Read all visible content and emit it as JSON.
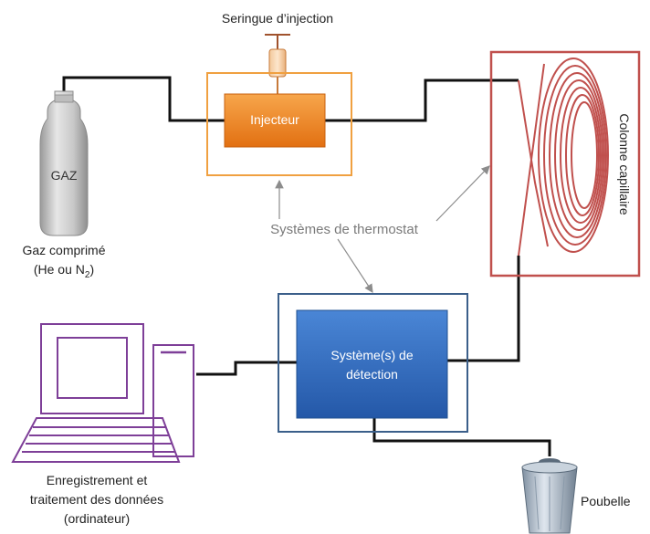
{
  "labels": {
    "seringue": "Seringue d’injection",
    "injecteur": "Injecteur",
    "gaz_bottle": "GAZ",
    "gaz_caption_1": "Gaz comprimé",
    "gaz_caption_2_prefix": "(He ou N",
    "gaz_caption_2_sub": "2",
    "gaz_caption_2_suffix": ")",
    "thermostat": "Systèmes de thermostat",
    "colonne": "Colonne capillaire",
    "detection_1": "Système(s) de",
    "detection_2": "détection",
    "enregistrement_1": "Enregistrement et",
    "enregistrement_2": "traitement des données",
    "enregistrement_3": "(ordinateur)",
    "poubelle": "Poubelle"
  },
  "colors": {
    "injector_fill": "#f0861a",
    "injector_frame": "#f0a040",
    "detector_fill": "#2f6fc4",
    "detector_frame": "#3b5f8a",
    "column_frame": "#c0504d",
    "computer": "#7e3f98",
    "pipe": "#111111",
    "arrow": "#8c8c8c"
  }
}
